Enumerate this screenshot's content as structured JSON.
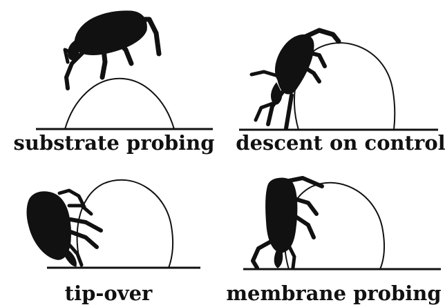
{
  "colors": {
    "ink": "#111111",
    "background": "#ffffff"
  },
  "panels": [
    {
      "caption": "substrate probing",
      "icon": "beetle-on-sphere-icon"
    },
    {
      "caption": "descent on control",
      "icon": "beetle-on-sphere-icon"
    },
    {
      "caption": "tip-over",
      "icon": "beetle-on-sphere-icon"
    },
    {
      "caption": "membrane probing",
      "icon": "beetle-on-sphere-icon"
    }
  ]
}
